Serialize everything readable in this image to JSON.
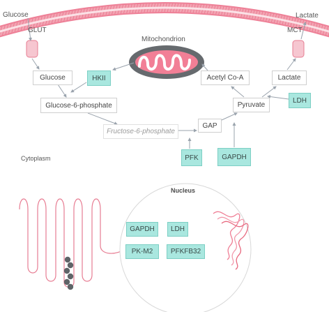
{
  "labels": {
    "glucose_outside": "Glucose",
    "glut": "GLUT",
    "lactate_outside": "Lactate",
    "mct": "MCT",
    "mitochondrion": "Mitochondrion",
    "cytoplasm": "Cytoplasm",
    "nucleus": "Nucleus"
  },
  "metabolites": {
    "glucose": "Glucose",
    "g6p": "Glucose-6-phosphate",
    "f6p": "Fructose-6-phosphate",
    "gap": "GAP",
    "pyruvate": "Pyruvate",
    "lactate": "Lactate",
    "acetyl_coa": "Acetyl Co-A"
  },
  "enzymes": {
    "hkii": "HKII",
    "ldh": "LDH",
    "pfk": "PFK",
    "gapdh": "GAPDH"
  },
  "nucleus_genes": [
    "GAPDH",
    "LDH",
    "PK-M2",
    "PFKFB32"
  ],
  "colors": {
    "membrane": "#f07a90",
    "enzyme_fill": "#a9e7df",
    "arrow": "#9aa3ad",
    "nucleus_outline": "#d8d8d8"
  }
}
